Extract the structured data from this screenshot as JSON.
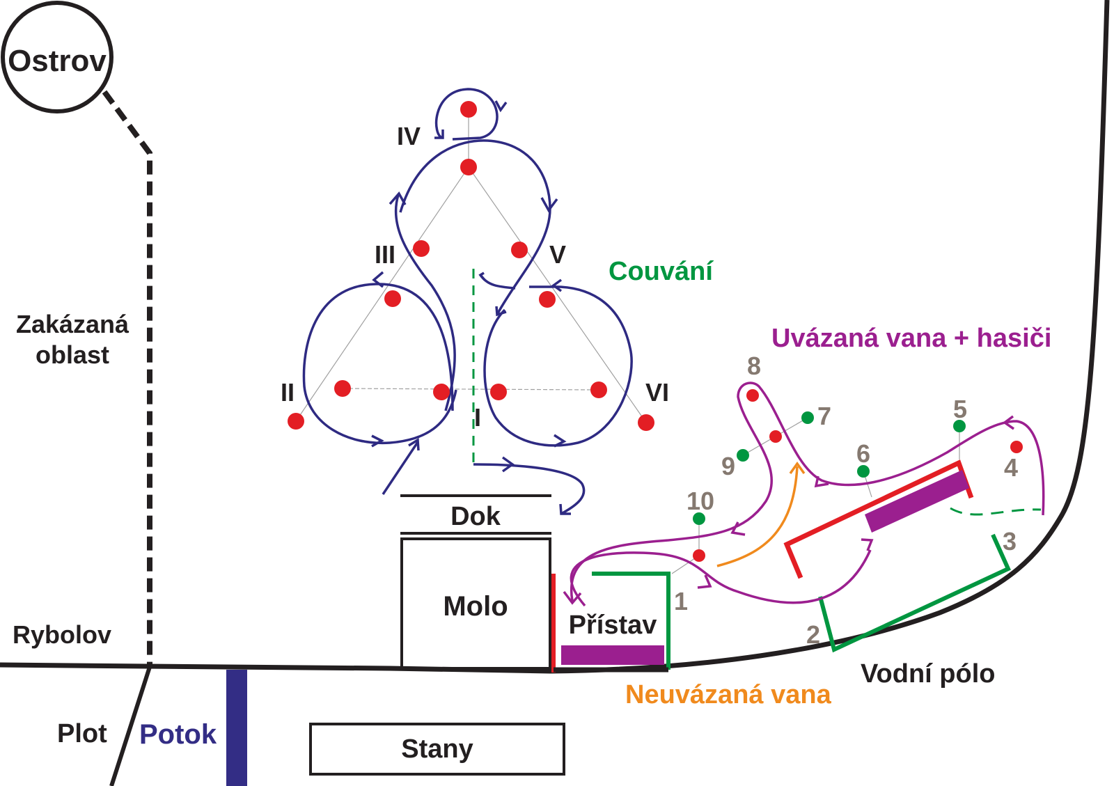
{
  "colors": {
    "ink": "#231f20",
    "route_blue": "#2e2a82",
    "cone_red": "#e31e24",
    "marker_green": "#009640",
    "purple": "#9b1f8f",
    "orange": "#f08a1d",
    "number_gray": "#857970",
    "guide_gray": "#a0a0a0"
  },
  "labels": {
    "island": "Ostrov",
    "forbidden_area_line1": "Zakázaná",
    "forbidden_area_line2": "oblast",
    "fishing": "Rybolov",
    "fence": "Plot",
    "stream": "Potok",
    "tents": "Stany",
    "dock": "Dok",
    "pier": "Molo",
    "harbor": "Přístav",
    "water_polo": "Vodní pólo",
    "untied_tub": "Neuvázaná vana",
    "tied_tub_firefighters": "Uvázaná vana + hasiči",
    "reversing": "Couvání"
  },
  "stations": [
    "I",
    "II",
    "III",
    "IV",
    "V",
    "VI"
  ],
  "checkpoints": [
    "1",
    "2",
    "3",
    "4",
    "5",
    "6",
    "7",
    "8",
    "9",
    "10"
  ]
}
